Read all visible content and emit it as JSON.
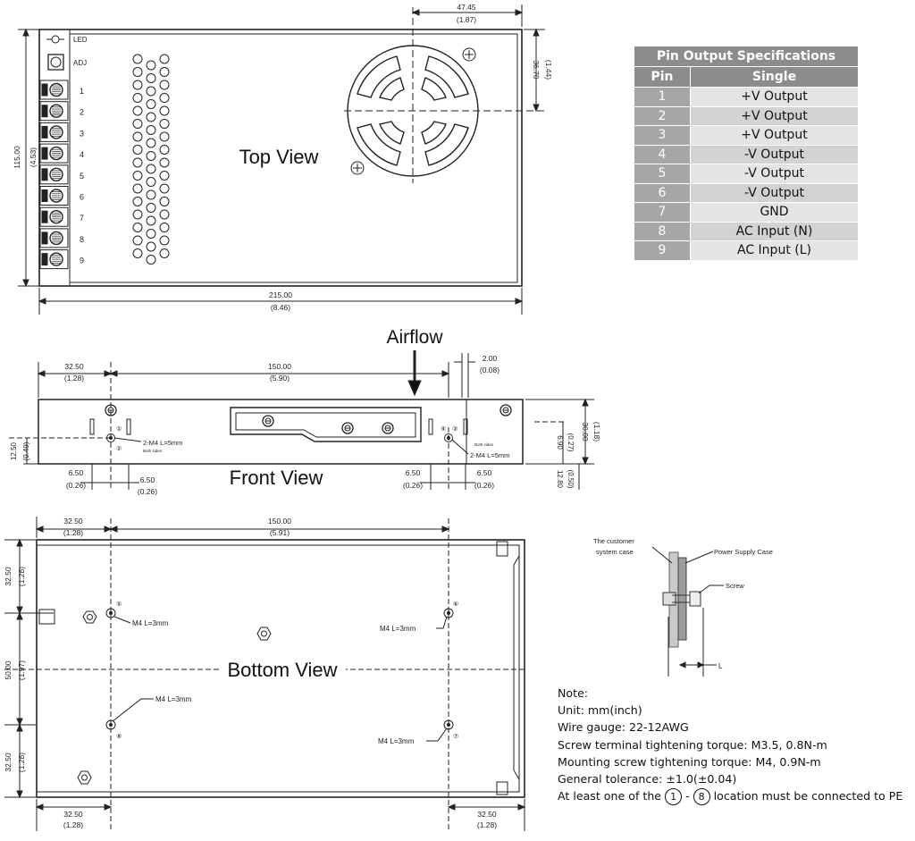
{
  "top_view": {
    "title": "Top View",
    "led_label": "LED",
    "adj_label": "ADJ",
    "terminal_labels": [
      "1",
      "2",
      "3",
      "4",
      "5",
      "6",
      "7",
      "8",
      "9"
    ],
    "dim_width": "215.00",
    "dim_width_in": "(8.46)",
    "dim_height": "115.00",
    "dim_height_in": "(4.53)",
    "dim_fan_x": "47.45",
    "dim_fan_x_in": "(1.87)",
    "dim_fan_y": "36.70",
    "dim_fan_y_in": "(1.44)"
  },
  "front_view": {
    "title": "Front View",
    "airflow": "Airflow",
    "dim_left": "32.50",
    "dim_left_in": "(1.28)",
    "dim_span": "150.00",
    "dim_span_in": "(5.90)",
    "dim_gap": "2.00",
    "dim_gap_in": "(0.08)",
    "dim_height": "30.00",
    "dim_height_in": "(1.18)",
    "dim_hole_y": "12.50",
    "dim_hole_y_in": "(0.49)",
    "dim_right_hole": "6.90",
    "dim_right_hole_in": "(0.27)",
    "dim_bottom": "12.80",
    "dim_bottom_in": "(0.50)",
    "dim_650": "6.50",
    "dim_650_in": "(0.26)",
    "screw_note": "2-M4 L=5mm",
    "both_sides": "Both sides",
    "hole_marks": [
      "①",
      "②",
      "③",
      "④"
    ]
  },
  "bottom_view": {
    "title": "Bottom View",
    "dim_left": "32.50",
    "dim_left_in": "(1.28)",
    "dim_span": "150.00",
    "dim_span_in": "(5.91)",
    "dim_right": "32.50",
    "dim_right_in": "(1.28)",
    "dim_y1": "32.50",
    "dim_y1_in": "(1.28)",
    "dim_y2": "50.00",
    "dim_y2_in": "(1.97)",
    "dim_y3": "32.50",
    "dim_y3_in": "(1.28)",
    "screw_label": "M4 L=3mm",
    "hole_marks": [
      "⑤",
      "⑥",
      "⑦",
      "⑧"
    ]
  },
  "spec_table": {
    "title": "Pin Output Specifications",
    "col_pin": "Pin",
    "col_single": "Single",
    "rows": [
      {
        "pin": "1",
        "single": "+V Output"
      },
      {
        "pin": "2",
        "single": "+V Output"
      },
      {
        "pin": "3",
        "single": "+V Output"
      },
      {
        "pin": "4",
        "single": "-V Output"
      },
      {
        "pin": "5",
        "single": "-V Output"
      },
      {
        "pin": "6",
        "single": "-V Output"
      },
      {
        "pin": "7",
        "single": "GND"
      },
      {
        "pin": "8",
        "single": "AC Input (N)"
      },
      {
        "pin": "9",
        "single": "AC Input (L)"
      }
    ]
  },
  "mount_detail": {
    "customer_case": "The customer",
    "customer_case_2": "system case",
    "psu_case": "Power Supply Case",
    "screw": "Screw",
    "l_label": "L"
  },
  "notes": {
    "heading": "Note:",
    "unit": "Unit: mm(inch)",
    "wire": "Wire gauge: 22-12AWG",
    "terminal_torque": "Screw terminal tightening torque: M3.5, 0.8N-m",
    "mount_torque": "Mounting screw tightening torque: M4, 0.9N-m",
    "tolerance": "General tolerance: ±1.0(±0.04)",
    "pe_prefix": "At least one of the",
    "pe_from": "1",
    "pe_dash": "-",
    "pe_to": "8",
    "pe_suffix": "location must be connected to PE"
  }
}
